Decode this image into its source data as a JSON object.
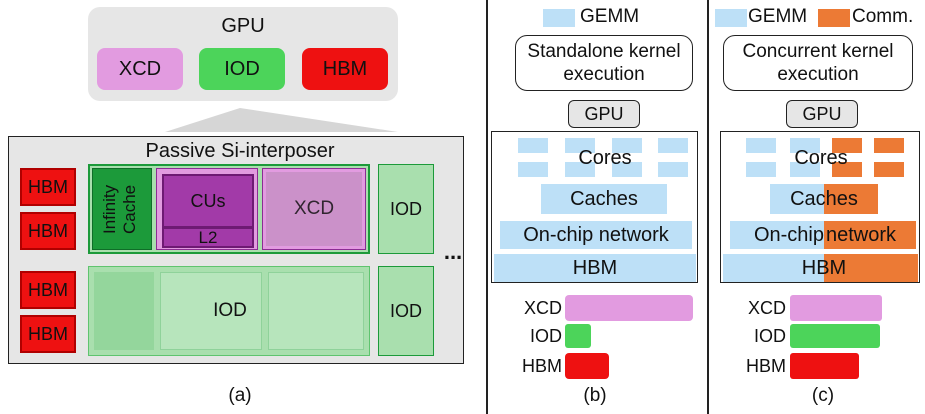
{
  "panel_a": {
    "gpu_title": "GPU",
    "xcd": "XCD",
    "iod": "IOD",
    "hbm": "HBM",
    "interposer": "Passive Si-interposer",
    "hbm_stack": [
      "HBM",
      "HBM",
      "HBM",
      "HBM"
    ],
    "infinity_cache": "Infinity Cache",
    "cus": "CUs",
    "l2": "L2",
    "xcd2": "XCD",
    "iod_right_top": "IOD",
    "iod_big": "IOD",
    "iod_right_bottom": "IOD",
    "ellipsis": "...",
    "caption": "(a)"
  },
  "panel_b": {
    "legend_gemm": "GEMM",
    "title": "Standalone kernel execution",
    "gpu": "GPU",
    "cores": "Cores",
    "caches": "Caches",
    "network": "On-chip network",
    "hbm": "HBM",
    "util": [
      {
        "label": "XCD",
        "value": 1.0
      },
      {
        "label": "IOD",
        "value": 0.2
      },
      {
        "label": "HBM",
        "value": 0.34
      }
    ],
    "caption": "(b)"
  },
  "panel_c": {
    "legend_gemm": "GEMM",
    "legend_comm": "Comm.",
    "title": "Concurrent kernel execution",
    "gpu": "GPU",
    "cores": "Cores",
    "caches": "Caches",
    "network_a": "On-chip",
    "network_b": "network",
    "hbm": "HBM",
    "util": [
      {
        "label": "XCD",
        "value": 1.0
      },
      {
        "label": "IOD",
        "value": 0.98
      },
      {
        "label": "HBM",
        "value": 0.75
      }
    ],
    "caption": "(c)"
  },
  "colors": {
    "xcd": "#e29be0",
    "iod": "#4cd45a",
    "hbm": "#ee1111",
    "hbm_dark": "#cc0000",
    "gemm": "#bde0f7",
    "comm": "#ec7a35",
    "green_dark": "#1c9a3a",
    "purple_dark": "#8c2c93",
    "panel_grey": "#e6e6e6"
  }
}
